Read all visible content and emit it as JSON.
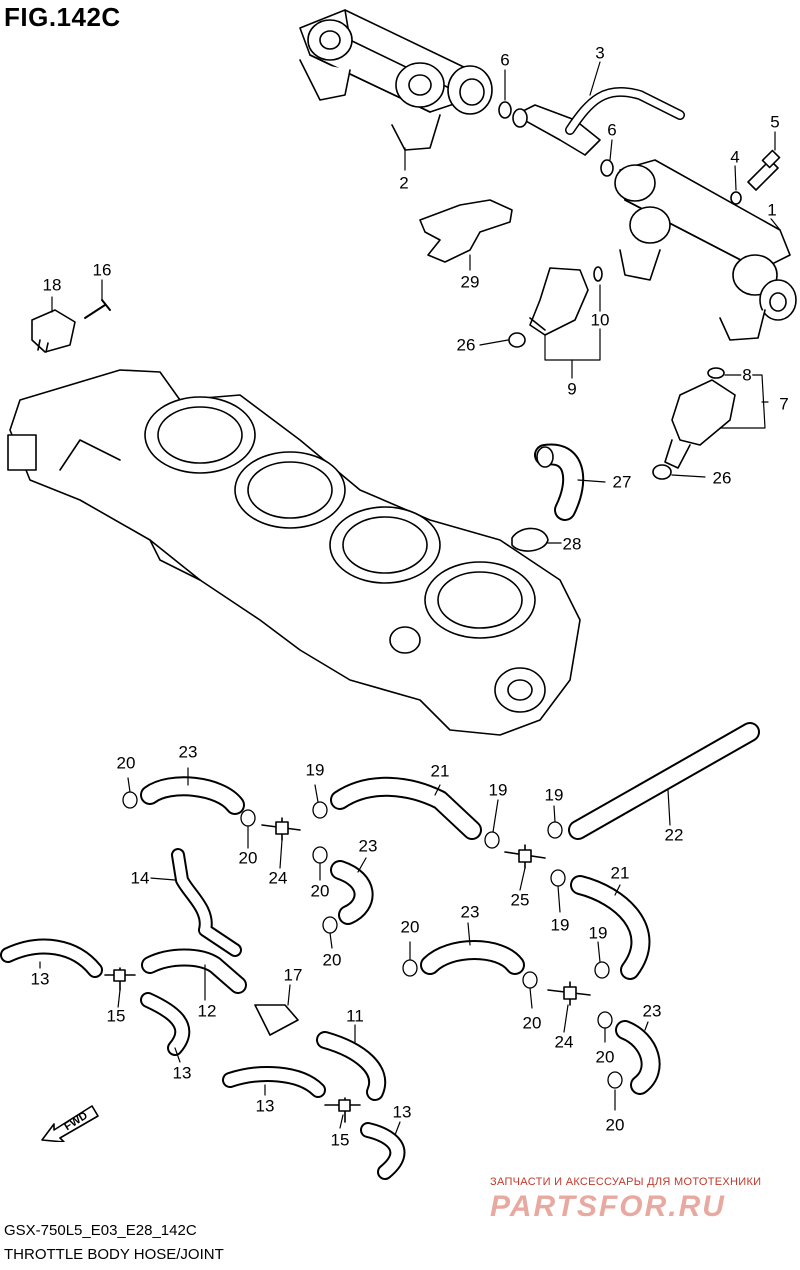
{
  "figure": {
    "title": "FIG.142C",
    "model_code": "GSX-750L5_E03_E28_142C",
    "caption": "THROTTLE BODY HOSE/JOINT"
  },
  "fwd_arrow": {
    "text": "FWD"
  },
  "watermark": {
    "line1": "ЗАПЧАСТИ И АКСЕССУАРЫ ДЛЯ МОТОТЕХНИКИ",
    "line2": "PARTSFOR.RU"
  },
  "callouts": [
    {
      "id": "c1",
      "label": "1"
    },
    {
      "id": "c2",
      "label": "2"
    },
    {
      "id": "c3",
      "label": "3"
    },
    {
      "id": "c4",
      "label": "4"
    },
    {
      "id": "c5",
      "label": "5"
    },
    {
      "id": "c6a",
      "label": "6"
    },
    {
      "id": "c6b",
      "label": "6"
    },
    {
      "id": "c7",
      "label": "7"
    },
    {
      "id": "c8",
      "label": "8"
    },
    {
      "id": "c9",
      "label": "9"
    },
    {
      "id": "c10",
      "label": "10"
    },
    {
      "id": "c11",
      "label": "11"
    },
    {
      "id": "c12",
      "label": "12"
    },
    {
      "id": "c13a",
      "label": "13"
    },
    {
      "id": "c13b",
      "label": "13"
    },
    {
      "id": "c13c",
      "label": "13"
    },
    {
      "id": "c13d",
      "label": "13"
    },
    {
      "id": "c14",
      "label": "14"
    },
    {
      "id": "c15a",
      "label": "15"
    },
    {
      "id": "c15b",
      "label": "15"
    },
    {
      "id": "c16",
      "label": "16"
    },
    {
      "id": "c17",
      "label": "17"
    },
    {
      "id": "c18",
      "label": "18"
    },
    {
      "id": "c19a",
      "label": "19"
    },
    {
      "id": "c19b",
      "label": "19"
    },
    {
      "id": "c19c",
      "label": "19"
    },
    {
      "id": "c19d",
      "label": "19"
    },
    {
      "id": "c19e",
      "label": "19"
    },
    {
      "id": "c20a",
      "label": "20"
    },
    {
      "id": "c20b",
      "label": "20"
    },
    {
      "id": "c20c",
      "label": "20"
    },
    {
      "id": "c20d",
      "label": "20"
    },
    {
      "id": "c20e",
      "label": "20"
    },
    {
      "id": "c20f",
      "label": "20"
    },
    {
      "id": "c20g",
      "label": "20"
    },
    {
      "id": "c20h",
      "label": "20"
    },
    {
      "id": "c21a",
      "label": "21"
    },
    {
      "id": "c21b",
      "label": "21"
    },
    {
      "id": "c22",
      "label": "22"
    },
    {
      "id": "c23a",
      "label": "23"
    },
    {
      "id": "c23b",
      "label": "23"
    },
    {
      "id": "c23c",
      "label": "23"
    },
    {
      "id": "c23d",
      "label": "23"
    },
    {
      "id": "c24a",
      "label": "24"
    },
    {
      "id": "c24b",
      "label": "24"
    },
    {
      "id": "c25",
      "label": "25"
    },
    {
      "id": "c26a",
      "label": "26"
    },
    {
      "id": "c26b",
      "label": "26"
    },
    {
      "id": "c27",
      "label": "27"
    },
    {
      "id": "c28",
      "label": "28"
    },
    {
      "id": "c29",
      "label": "29"
    }
  ]
}
